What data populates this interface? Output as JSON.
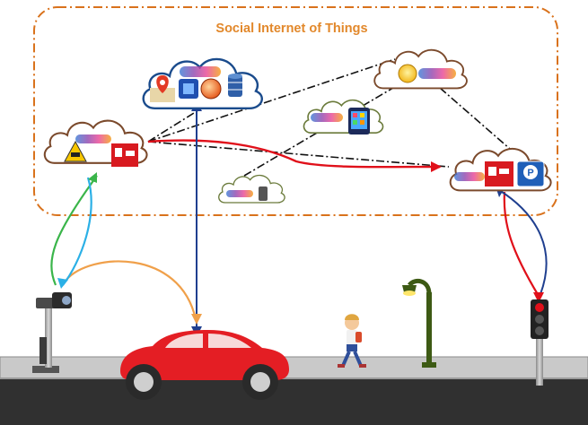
{
  "title": "Social Internet of Things",
  "colors": {
    "frame": "#d9721c",
    "title": "#e2882b",
    "cloud_stroke": "#7b4a2c",
    "link_red": "#e0101a",
    "link_navy": "#1f3f8f",
    "link_dashdot": "#111111",
    "link_orange": "#f0a04a",
    "link_cyan": "#2bb0e6",
    "link_green": "#3ab54a",
    "road": "#303030",
    "sidewalk": "#c9c9c9",
    "car": "#e41e24",
    "lamp": "#3d5a14"
  },
  "nodes": [
    {
      "id": "traffic-camera-cloud",
      "icons": [
        "cctv-warning-icon",
        "sensor-card-icon"
      ]
    },
    {
      "id": "car-cloud",
      "icons": [
        "map-pin-icon",
        "chip-icon",
        "compass-icon",
        "database-icon"
      ]
    },
    {
      "id": "streetlight-cloud",
      "icons": [
        "lightbulb-icon"
      ]
    },
    {
      "id": "smartphone-cloud",
      "icons": [
        "apps-phone-icon"
      ]
    },
    {
      "id": "pedestrian-cloud",
      "icons": [
        "phone-icon"
      ]
    },
    {
      "id": "parking-cloud",
      "icons": [
        "sensor-card-icon",
        "parking-sign-icon"
      ]
    }
  ],
  "street_objects": [
    "camera-pole",
    "red-car",
    "pedestrian-boy",
    "street-lamp",
    "traffic-light"
  ]
}
